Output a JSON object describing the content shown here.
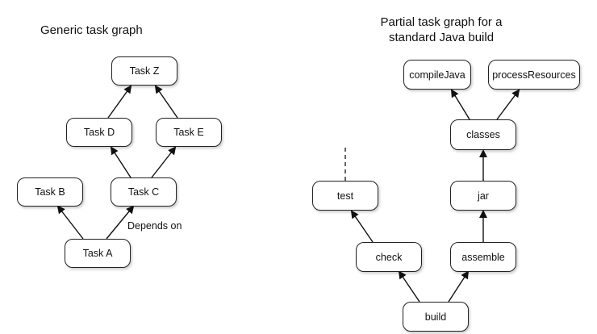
{
  "left_graph": {
    "title": "Generic task graph",
    "nodes": {
      "task_z": "Task Z",
      "task_d": "Task D",
      "task_e": "Task E",
      "task_b": "Task B",
      "task_c": "Task C",
      "task_a": "Task A"
    },
    "edge_label": "Depends on"
  },
  "right_graph": {
    "title_line1": "Partial task graph for a",
    "title_line2": "standard Java build",
    "nodes": {
      "compile_java": "compileJava",
      "process_resources": "processResources",
      "classes": "classes",
      "test": "test",
      "jar": "jar",
      "check": "check",
      "assemble": "assemble",
      "build": "build"
    }
  }
}
